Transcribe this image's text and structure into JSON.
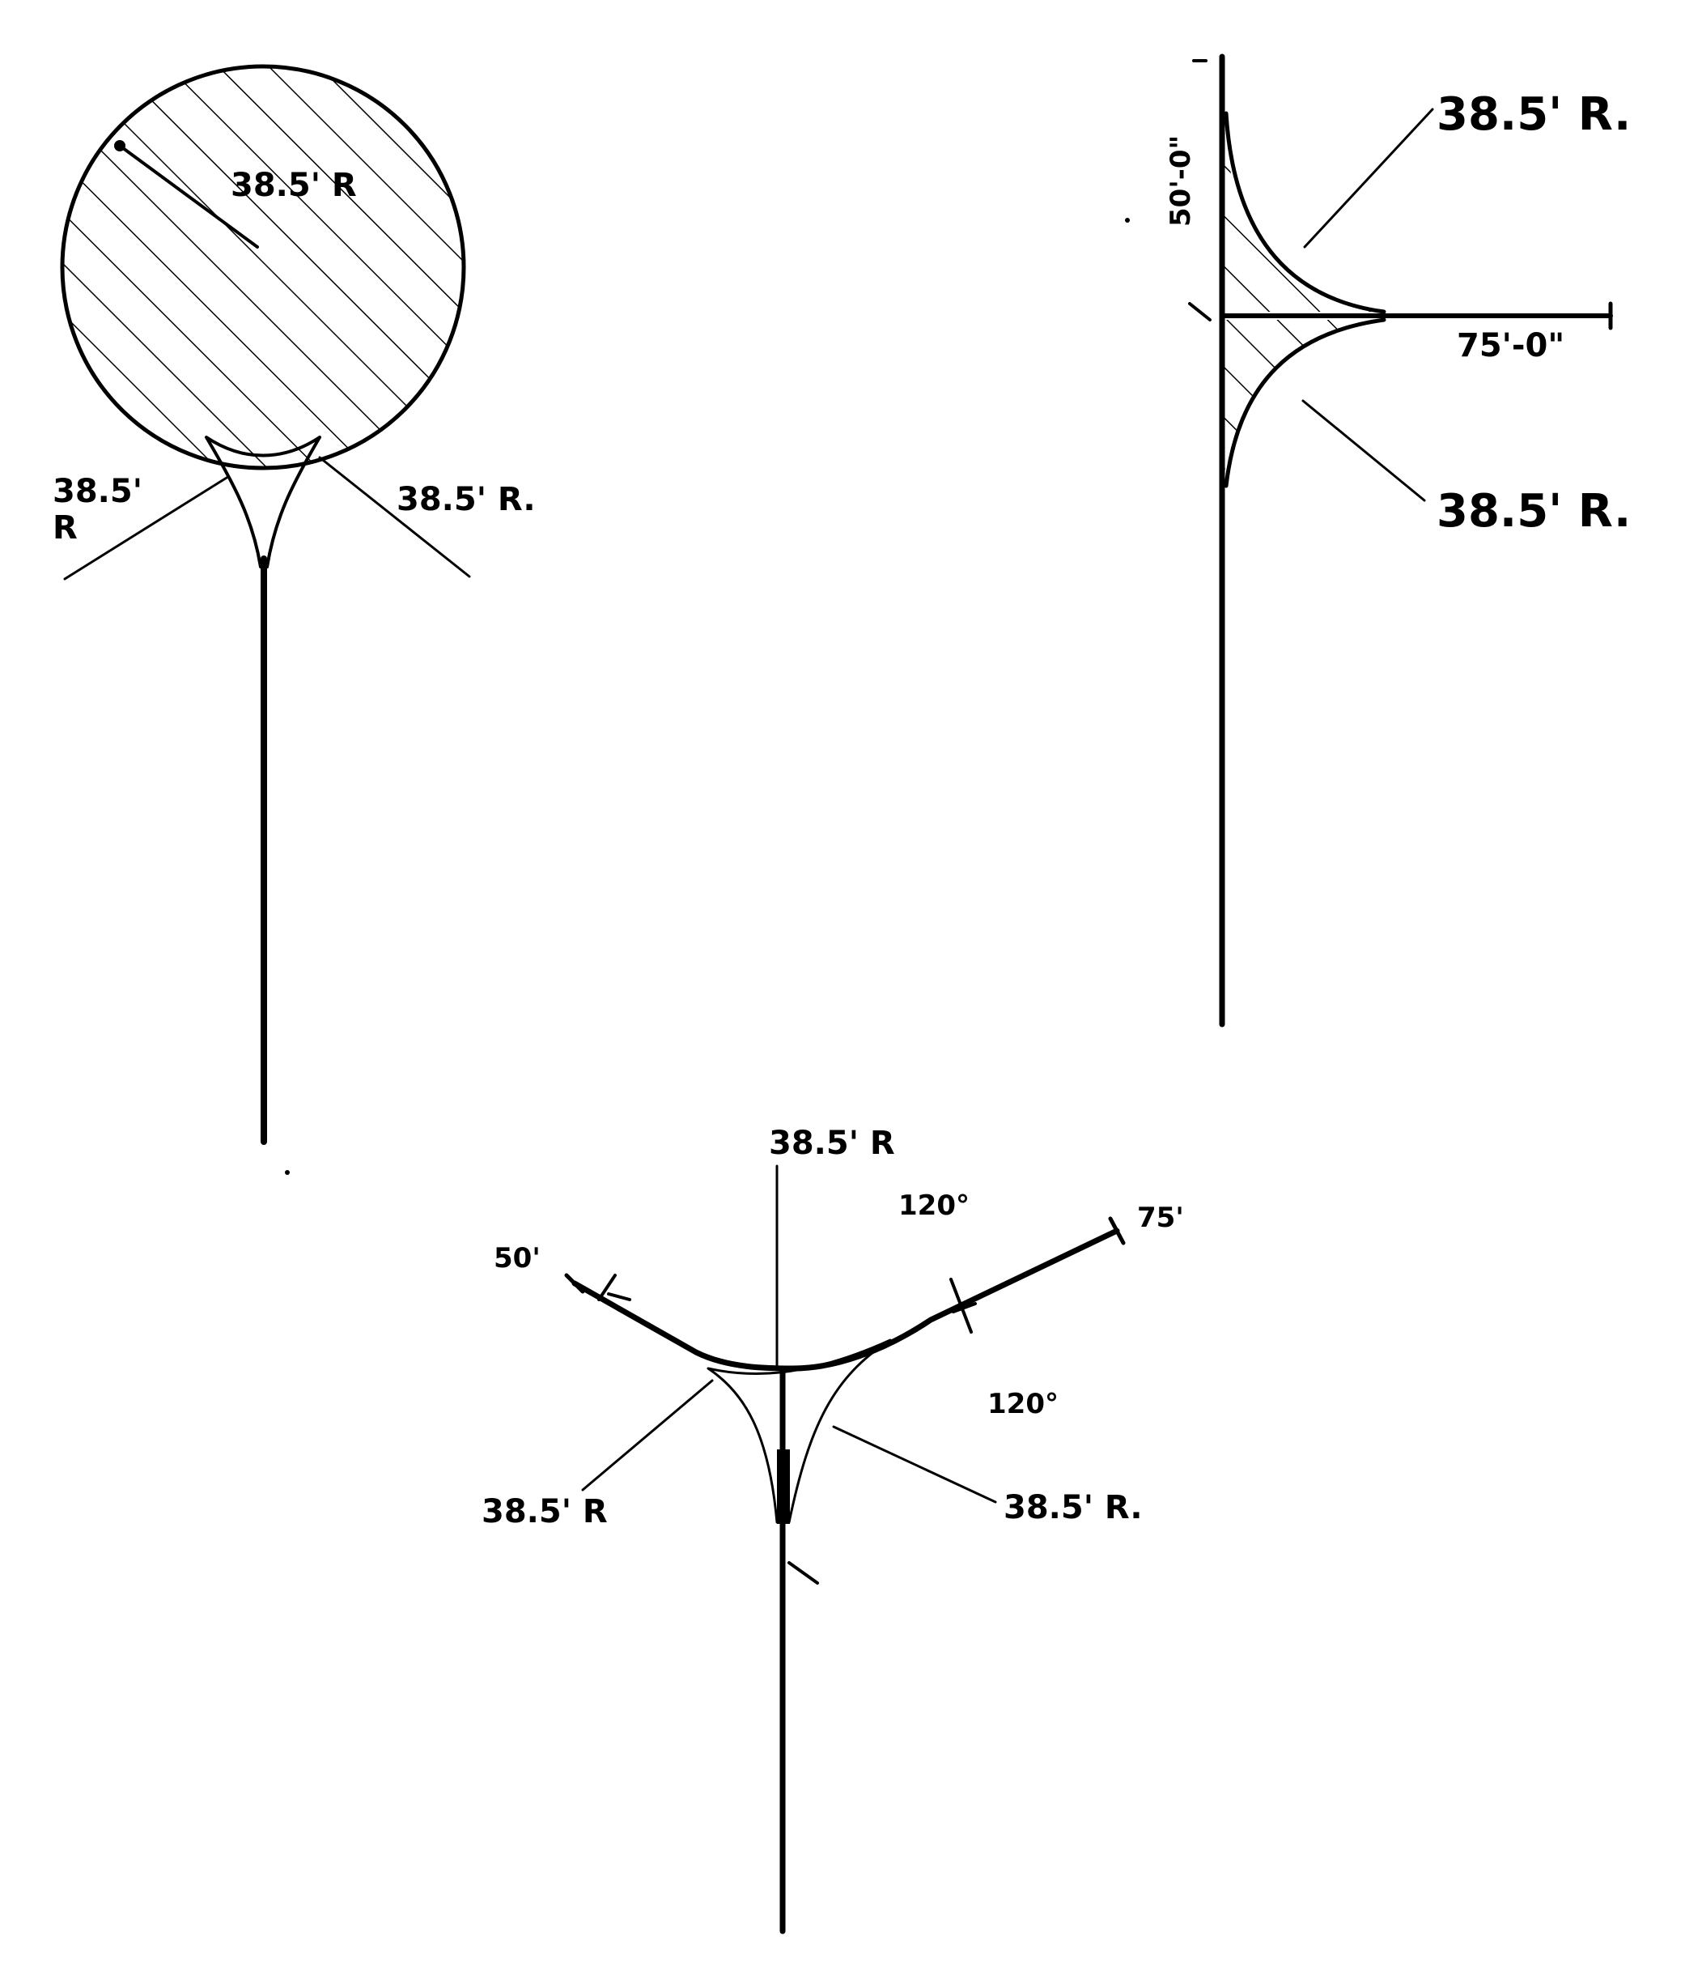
{
  "figure_a": {
    "radius_label": "38.5' R",
    "left_fillet_label_1": "38.5'",
    "left_fillet_label_2": "R",
    "right_fillet_label": "38.5' R."
  },
  "figure_b": {
    "top_fillet_label": "38.5' R.",
    "bottom_fillet_label": "38.5' R.",
    "vertical_dim_label": "50'-0\"",
    "horizontal_dim_label": "75'-0\""
  },
  "figure_c": {
    "top_label": "38.5' R",
    "left_dim_label": "50'",
    "right_dim_label": "75'",
    "upper_angle_label": "120°",
    "right_angle_label": "120°",
    "left_fillet_label": "38.5' R",
    "right_fillet_label": "38.5' R."
  }
}
